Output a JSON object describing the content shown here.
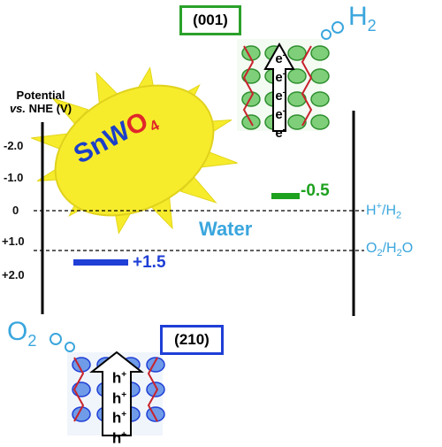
{
  "axis": {
    "title_line1": "Potential",
    "title_line2_italic": "vs.",
    "title_line2_rest": " NHE (V)",
    "ticks": [
      "-2.0",
      "-1.0",
      "0",
      "+1.0",
      "+2.0"
    ]
  },
  "levels": {
    "conduction": {
      "label": "-0.5",
      "value": -0.5,
      "color": "#1ea11e"
    },
    "valence": {
      "label": "+1.5",
      "value": 1.5,
      "color": "#1f3fd6"
    }
  },
  "redox": {
    "hydrogen": {
      "label_main": "H",
      "label_sup": "+",
      "label_rest": "/H",
      "label_sub": "2",
      "value": 0.0
    },
    "oxygen": {
      "label_main": "O",
      "label_sub": "2",
      "label_rest": "/H",
      "label_sub2": "2",
      "label_end": "O",
      "value": 1.23
    }
  },
  "water_label": "Water",
  "facets": {
    "top": {
      "label": "(001)",
      "color": "#2aa12a"
    },
    "bottom": {
      "label": "(210)",
      "color": "#1f3fd6"
    }
  },
  "electrons": [
    "e",
    "e",
    "e",
    "e",
    "e"
  ],
  "holes": [
    "h",
    "h",
    "h",
    "h"
  ],
  "gases": {
    "h2_main": "H",
    "h2_sub": "2",
    "o2_main": "O",
    "o2_sub": "2"
  },
  "material": {
    "sn": "Sn",
    "w": "W",
    "o": "O",
    "sub": "4",
    "colors": {
      "sn": "#1b3fc9",
      "w": "#1b3fc9",
      "o": "#e0262a",
      "sun": "#f7ec2c"
    }
  },
  "colors": {
    "accent_cyan": "#3aa6dd"
  }
}
